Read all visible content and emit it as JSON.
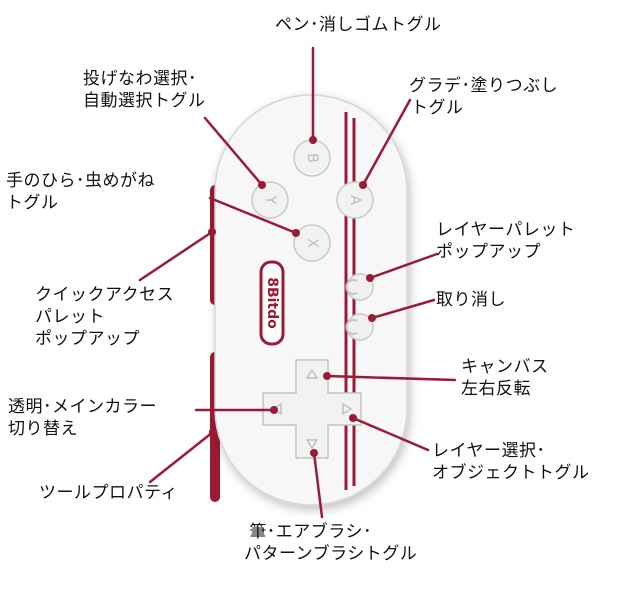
{
  "diagram": {
    "accent_color": "#9b1b36",
    "body_color": "#f7f7f7",
    "controller": {
      "brand": "8Bitdo",
      "buttons": [
        "Y",
        "X",
        "A",
        "B"
      ],
      "dpad": [
        "up",
        "down",
        "left",
        "right"
      ],
      "shoulders": [
        "L",
        "R"
      ]
    },
    "labels": {
      "pen_eraser": [
        "ペン･消しゴムトグル"
      ],
      "lasso": [
        "投げなわ選択･",
        "自動選択トグル"
      ],
      "gradient_fill": [
        "グラデ･塗りつぶし",
        "トグル"
      ],
      "hand_zoom": [
        "手のひら･虫めがね",
        "トグル"
      ],
      "layer_palette": [
        "レイヤーパレット",
        "ポップアップ"
      ],
      "undo": [
        "取り消し"
      ],
      "quick_access": [
        "クイックアクセス",
        "パレット",
        "ポップアップ"
      ],
      "canvas_flip": [
        "キャンバス",
        "左右反転"
      ],
      "opacity_color": [
        "透明･メインカラー",
        "切り替え"
      ],
      "layer_object": [
        "レイヤー選択･",
        "オブジェクトトグル"
      ],
      "tool_property": [
        "ツールプロパティ"
      ],
      "brush_pattern": [
        "筆･エアブラシ･",
        "パターンブラシトグル"
      ]
    }
  }
}
